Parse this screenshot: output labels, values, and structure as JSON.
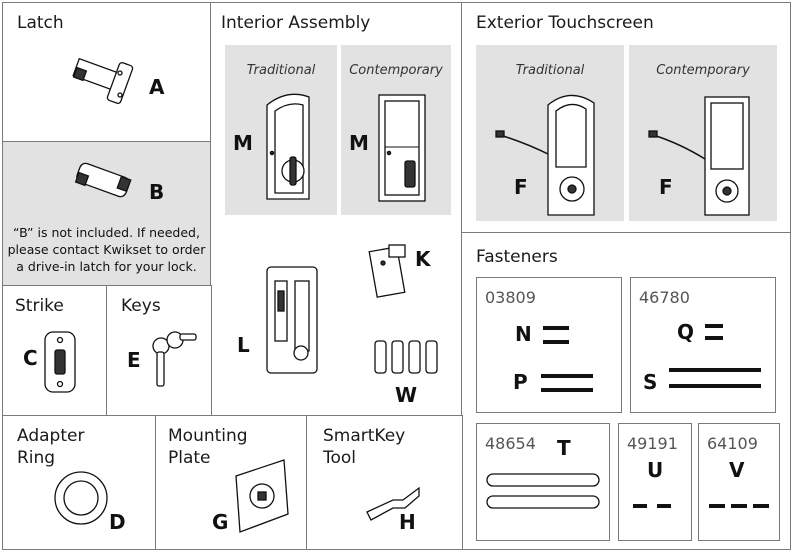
{
  "latch": {
    "title": "Latch",
    "letter_a": "A",
    "letter_b": "B",
    "note": [
      "“B” is not included. If needed,",
      "please contact Kwikset to order",
      "a drive-in latch for your lock."
    ]
  },
  "interior": {
    "title": "Interior Assembly",
    "traditional_label": "Traditional",
    "contemporary_label": "Contemporary",
    "letter_m1": "M",
    "letter_m2": "M",
    "letter_l": "L",
    "letter_k": "K",
    "letter_w": "W"
  },
  "exterior": {
    "title": "Exterior Touchscreen",
    "traditional_label": "Traditional",
    "contemporary_label": "Contemporary",
    "letter_f1": "F",
    "letter_f2": "F"
  },
  "strike": {
    "title": "Strike",
    "letter": "C"
  },
  "keys": {
    "title": "Keys",
    "letter": "E"
  },
  "adapter": {
    "title_line1": "Adapter",
    "title_line2": "Ring",
    "letter": "D"
  },
  "mounting": {
    "title_line1": "Mounting",
    "title_line2": "Plate",
    "letter": "G"
  },
  "smartkey": {
    "title_line1": "SmartKey",
    "title_line2": "Tool",
    "letter": "H"
  },
  "fasteners": {
    "title": "Fasteners",
    "box1": {
      "code": "03809",
      "letter_n": "N",
      "letter_p": "P"
    },
    "box2": {
      "code": "46780",
      "letter_q": "Q",
      "letter_s": "S"
    },
    "box3": {
      "code": "48654",
      "letter_t": "T"
    },
    "box4": {
      "code": "49191",
      "letter_u": "U"
    },
    "box5": {
      "code": "64109",
      "letter_v": "V"
    }
  }
}
